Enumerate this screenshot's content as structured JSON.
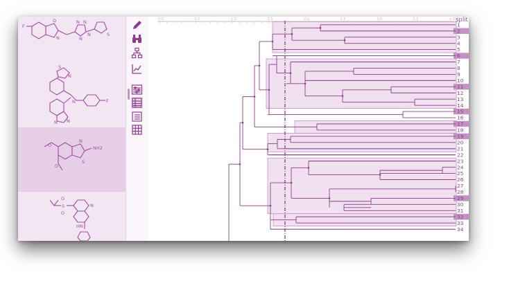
{
  "colors": {
    "accent": "#8e3a8e",
    "line": "#8a3f8a",
    "cluster_fill": "#ecd8ec",
    "cluster_stroke": "#b887b8",
    "leaf_highlight": "#c690c6",
    "mol_bg_light": "#f3e6f3",
    "mol_bg_dark": "#e6cfe6",
    "mol_ink": "#a24aa2"
  },
  "molecules": [
    {
      "atom_labels": [
        "F",
        "O",
        "N",
        "N",
        "N",
        "N",
        "N",
        "S"
      ]
    },
    {
      "atom_labels": [
        "S",
        "N",
        "N",
        "N",
        "F",
        "N"
      ]
    },
    {
      "atom_labels": [
        "S",
        "NH2",
        "N",
        "O",
        "O"
      ]
    },
    {
      "atom_labels": [
        "O",
        "S",
        "O",
        "N",
        "HN"
      ]
    }
  ],
  "toolbar": {
    "tools": [
      {
        "icon": "pencil-icon"
      },
      {
        "icon": "binoculars-icon"
      },
      {
        "icon": "hierarchy-icon"
      },
      {
        "icon": "line-chart-icon"
      },
      {
        "icon": "sliders-icon"
      },
      {
        "icon": "table-icon"
      },
      {
        "icon": "list-icon"
      },
      {
        "icon": "grid-icon"
      }
    ]
  },
  "dendrogram": {
    "split_label": "split",
    "axis_tick_labels": [
      "0.0",
      "0.5",
      "1.0",
      "1.5",
      "2.0",
      "2.5",
      "3.0",
      "3.5",
      "4.0"
    ],
    "leaves": [
      "1",
      "2",
      "3",
      "4",
      "5",
      "6",
      "7",
      "8",
      "9",
      "10",
      "11",
      "12",
      "13",
      "14",
      "15",
      "16",
      "17",
      "18",
      "19",
      "20",
      "21",
      "22",
      "23",
      "24",
      "25",
      "26",
      "27",
      "28",
      "29",
      "30",
      "31",
      "32",
      "33",
      "34"
    ],
    "highlighted_leaves": [
      "2",
      "6",
      "11",
      "15",
      "17",
      "19",
      "29",
      "32"
    ]
  }
}
